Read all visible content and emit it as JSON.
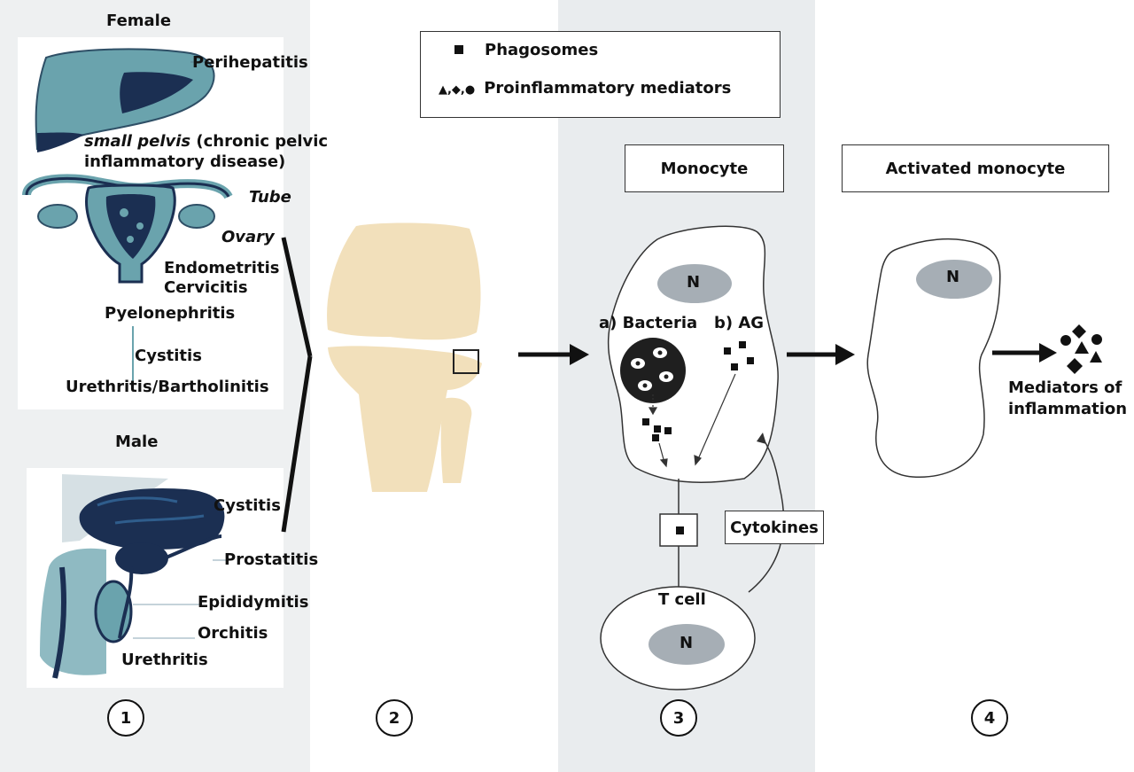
{
  "legend": {
    "item1_label": "Phagosomes",
    "item2_symbols": "▲,◆,●",
    "item2_label": "Proinflammatory mediators"
  },
  "panel1": {
    "female_heading": "Female",
    "male_heading": "Male",
    "female_labels": {
      "perihepatitis": "Perihepatitis",
      "small_pelvis_italic": "small pelvis",
      "small_pelvis_rest": " (chronic pelvic",
      "small_pelvis_line2": "inflammatory disease)",
      "tube": "Tube",
      "ovary": "Ovary",
      "endometritis": "Endometritis",
      "cervicitis": "Cervicitis",
      "pyelonephritis": "Pyelonephritis",
      "cystitis": "Cystitis",
      "urethritis_bartholinitis": "Urethritis/Bartholinitis"
    },
    "male_labels": {
      "cystitis": "Cystitis",
      "prostatitis": "Prostatitis",
      "epididymitis": "Epididymitis",
      "orchitis": "Orchitis",
      "urethritis": "Urethritis"
    }
  },
  "panel3": {
    "monocyte_title": "Monocyte",
    "nucleus": "N",
    "bacteria_label": "a) Bacteria",
    "ag_label": "b) AG",
    "cytokines_label": "Cytokines",
    "tcell_label": "T cell",
    "tcell_nucleus": "N"
  },
  "panel4": {
    "activated_title": "Activated monocyte",
    "nucleus": "N",
    "mediators_line1": "Mediators of",
    "mediators_line2": "inflammation"
  },
  "step_numbers": [
    "1",
    "2",
    "3",
    "4"
  ],
  "colors": {
    "panel_bg": "#e9ecee",
    "organ_teal": "#6aa3ad",
    "organ_dark": "#1b2f52",
    "bone": "#f2e0bb",
    "nucleus": "#a6aeb5"
  }
}
